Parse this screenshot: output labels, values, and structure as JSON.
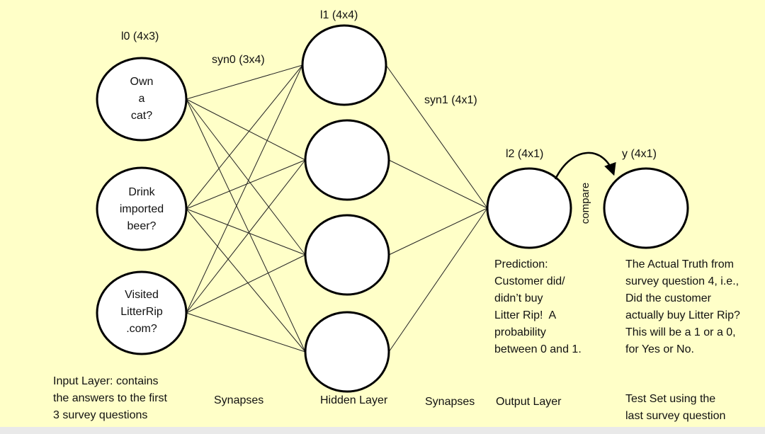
{
  "layer_labels": {
    "l0": "l0 (4x3)",
    "l1": "l1 (4x4)",
    "l2": "l2 (4x1)",
    "y": "y (4x1)",
    "syn0": "syn0 (3x4)",
    "syn1": "syn1 (4x1)"
  },
  "input_nodes": [
    "Own\na\ncat?",
    "Drink\nimported\nbeer?",
    "Visited\nLitterRip\n.com?"
  ],
  "compare_label": "compare",
  "prediction_text": "Prediction:\nCustomer did/\ndidn’t buy\nLitter Rip!  A\nprobability\nbetween 0 and 1.",
  "truth_text": "The Actual Truth from\nsurvey question 4, i.e.,\nDid the customer\nactually buy Litter Rip?\nThis will be a 1 or a 0,\nfor Yes or No.",
  "bottom_labels": {
    "input_layer": "Input Layer: contains\nthe answers to the first\n3 survey questions",
    "synapses_1": "Synapses",
    "hidden_layer": "Hidden Layer",
    "synapses_2": "Synapses",
    "output_layer": "Output Layer",
    "test_set": "Test Set using the\nlast survey question"
  },
  "colors": {
    "background": "#ffffc8",
    "node_fill": "#ffffff",
    "stroke": "#000000"
  }
}
